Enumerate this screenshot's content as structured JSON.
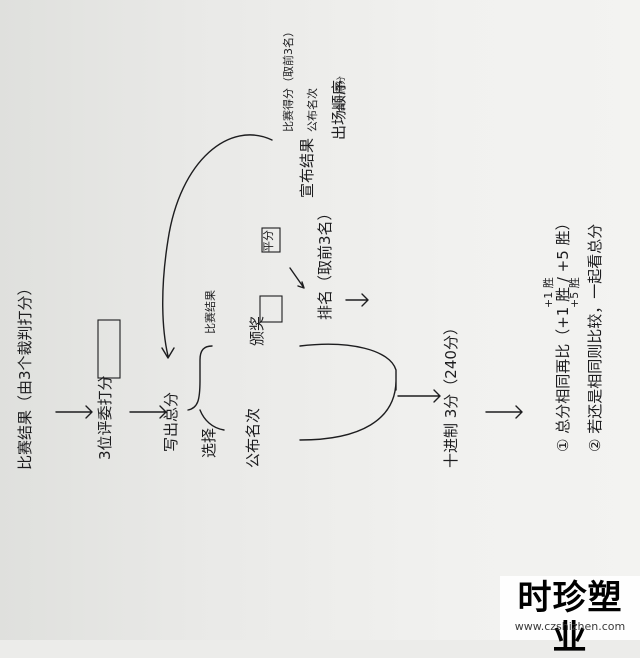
{
  "flow": {
    "title": "比赛结果（由3个裁判打分）",
    "judges": "3位评委打分",
    "step_a": "写出总分",
    "step_b": "选择",
    "step_c": "比赛结果",
    "step_d": "公布名次",
    "step_e": "颁奖",
    "step_f": "平分",
    "step_g": "宣布结果",
    "step_h": "排名（取前3名）",
    "step_i": "出场顺序",
    "step_j": "比赛得分（取前3名）",
    "step_k": "公布名次",
    "step_l": "合计得分",
    "bottom": "十进制 3分（240分）",
    "note1": "① 总分相同再比（+1 胜 / +5 胜）",
    "note1a": "+1 胜",
    "note1b": "+5 胜",
    "note2": "② 若还是相同则比较，一起看总分"
  },
  "watermark": {
    "name": "时珍塑业",
    "url": "www.czshizhen.com"
  }
}
